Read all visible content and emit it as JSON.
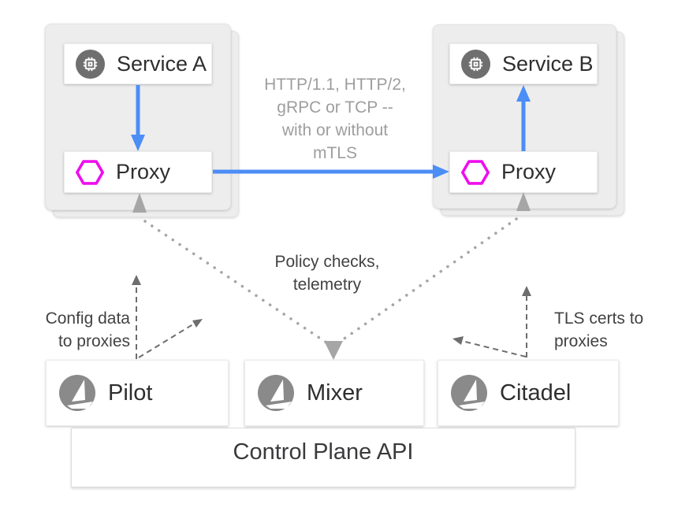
{
  "colors": {
    "blue": "#4c8df6",
    "magenta": "#ee0dee",
    "solid_gray": "#a6a6a6",
    "dashed_gray": "#6d6d6d",
    "icon_gray": "#8a8a8a",
    "chip_gray": "#6f6f6f"
  },
  "pod_a": {
    "service_label": "Service A",
    "proxy_label": "Proxy"
  },
  "pod_b": {
    "service_label": "Service B",
    "proxy_label": "Proxy"
  },
  "traffic_label": {
    "line1": "HTTP/1.1, HTTP/2,",
    "line2": "gRPC or TCP --",
    "line3": "with or without",
    "line4": "mTLS"
  },
  "policy_label": {
    "line1": "Policy checks,",
    "line2": "telemetry"
  },
  "config_label": {
    "line1": "Config data",
    "line2": "to proxies"
  },
  "tls_label": {
    "line1": "TLS certs to",
    "line2": "proxies"
  },
  "control_plane": {
    "pilot_label": "Pilot",
    "mixer_label": "Mixer",
    "citadel_label": "Citadel",
    "api_label": "Control Plane API"
  },
  "icons": {
    "service_icon": "chip-icon",
    "proxy_icon": "hexagon-icon",
    "control_component_icon": "istio-sail-icon"
  }
}
